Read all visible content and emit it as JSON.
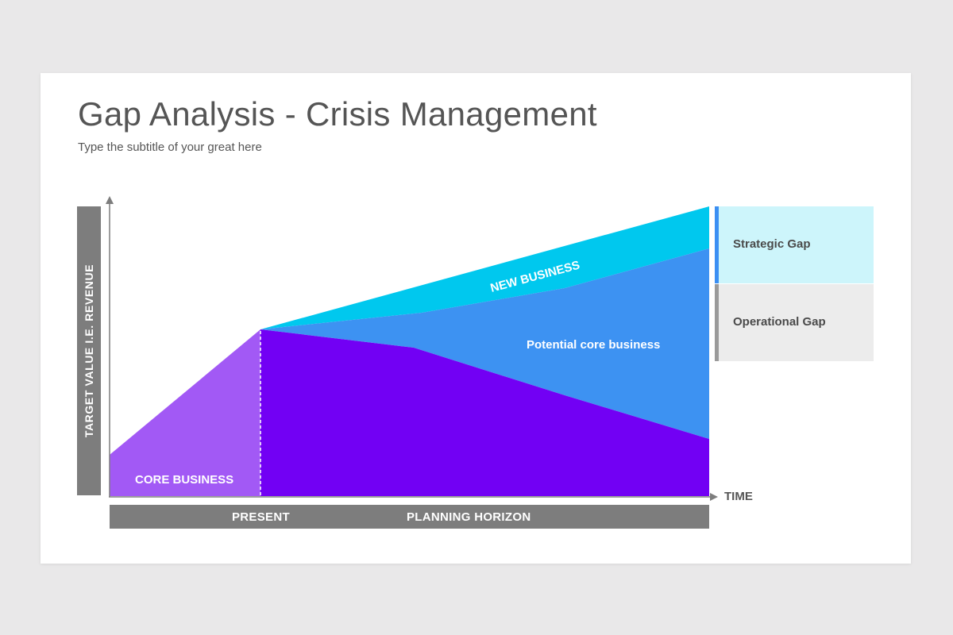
{
  "title": "Gap Analysis - Crisis Management",
  "subtitle": "Type the subtitle of your great here",
  "axes": {
    "y_label": "TARGET  VALUE I.E. REVENUE",
    "x_label": "TIME"
  },
  "timeline": {
    "present": "PRESENT",
    "planning_horizon": "PLANNING  HORIZON"
  },
  "areas": {
    "core_business": "CORE BUSINESS",
    "new_business": "NEW BUSINESS",
    "potential_core": "Potential core business"
  },
  "gaps": {
    "strategic": "Strategic Gap",
    "operational": "Operational Gap"
  },
  "colors": {
    "core_business": "#a259f5",
    "core_projection": "#7200f4",
    "potential_core": "#3d92f2",
    "new_business": "#00c8ee",
    "bars": "#7d7d7d",
    "strategic_box": "#cdf5fb",
    "operational_box": "#ececec"
  }
}
